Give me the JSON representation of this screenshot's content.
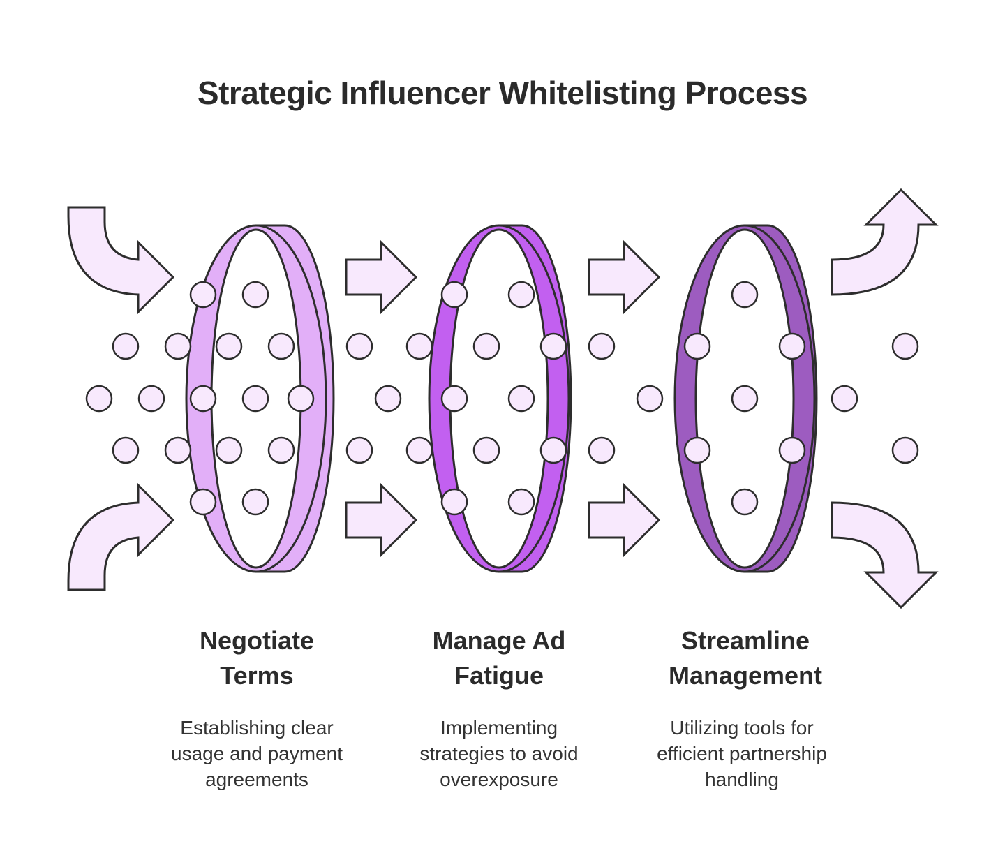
{
  "title": "Strategic Influencer Whitelisting Process",
  "colors": {
    "stroke": "#2d2d2d",
    "arrow_fill": "#f8e9fd",
    "dot_fill": "#f8e9fd",
    "ring1": "#e2aff8",
    "ring2": "#c260f0",
    "ring3": "#9d5cc0"
  },
  "steps": [
    {
      "heading": [
        "Negotiate",
        "Terms"
      ],
      "description": [
        "Establishing clear",
        "usage and payment",
        "agreements"
      ]
    },
    {
      "heading": [
        "Manage Ad",
        "Fatigue"
      ],
      "description": [
        "Implementing",
        "strategies to avoid",
        "overexposure"
      ]
    },
    {
      "heading": [
        "Streamline",
        "Management"
      ],
      "description": [
        "Utilizing tools for",
        "efficient partnership",
        "handling"
      ]
    }
  ]
}
